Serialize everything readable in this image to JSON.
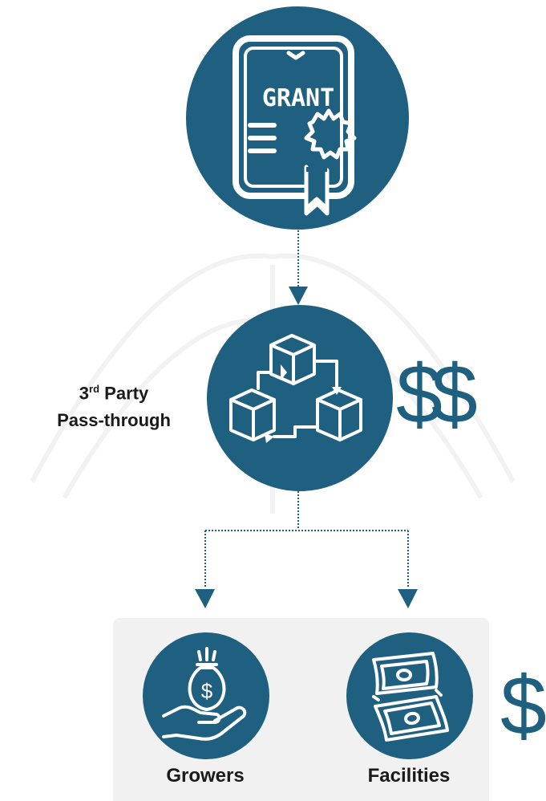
{
  "grant": {
    "icon_text": "GRANT",
    "icon": "grant-certificate-icon"
  },
  "pass_through": {
    "label_prefix": "3",
    "label_superscript": "rd",
    "label_line1_suffix": " Party",
    "label_line2": "Pass-through",
    "icon": "connected-boxes-icon",
    "amount": "$$"
  },
  "recipients": {
    "growers": {
      "label": "Growers",
      "icon": "money-bag-hand-icon"
    },
    "facilities": {
      "label": "Facilities",
      "icon": "banknotes-icon"
    },
    "amount": "$"
  },
  "colors": {
    "primary": "#1f5f80",
    "panel": "#f1f1f1",
    "connector": "#1f5f80"
  }
}
